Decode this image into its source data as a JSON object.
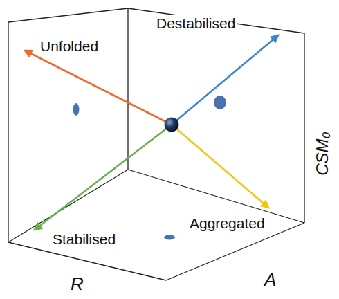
{
  "diagram": {
    "labels": [
      "Unfolded",
      "Destabilised",
      "Stabilised",
      "Aggregated",
      "R",
      "A",
      "CSM₀"
    ]
  }
}
